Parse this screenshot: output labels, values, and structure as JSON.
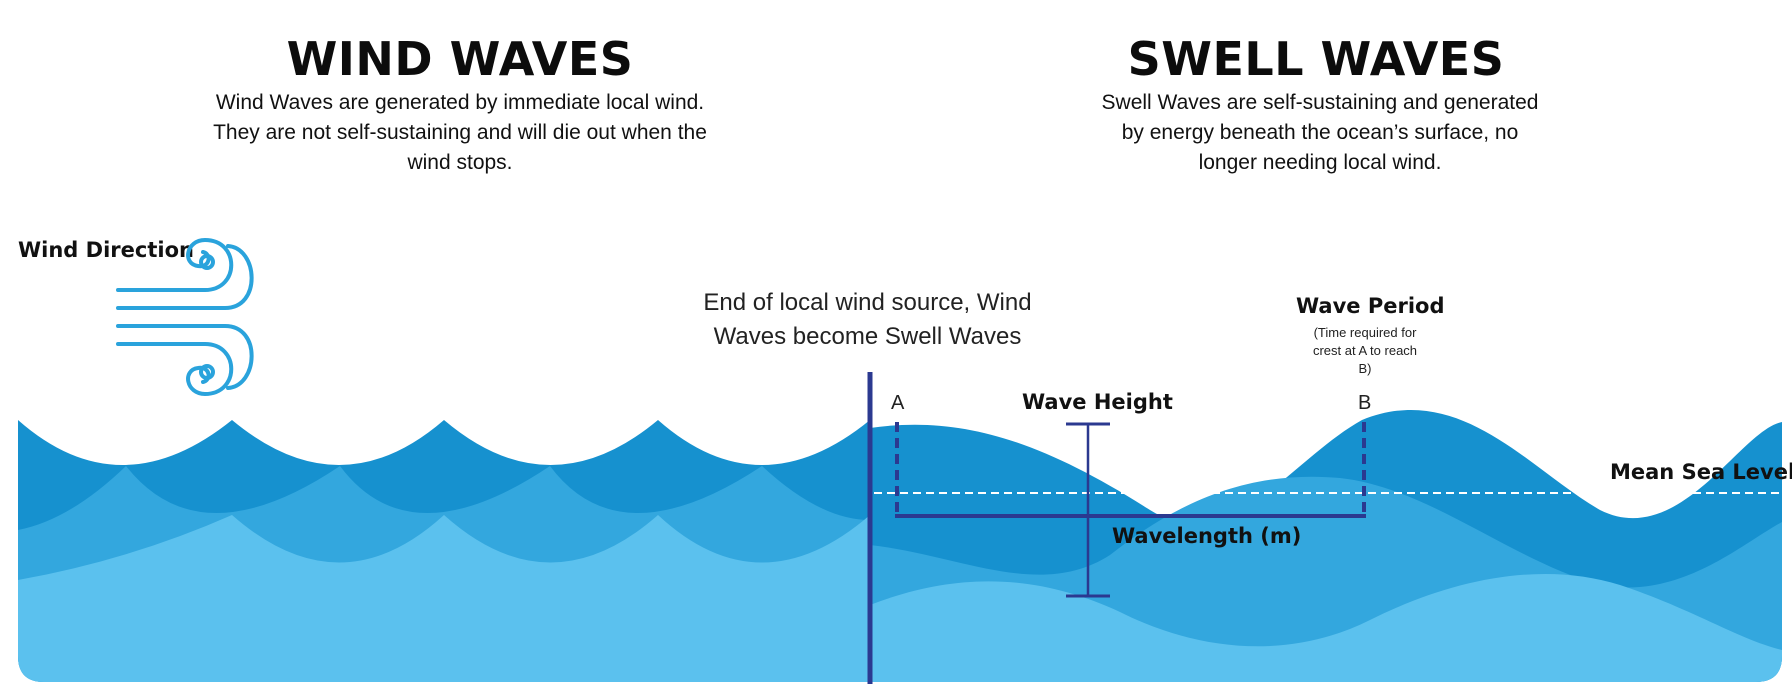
{
  "wind": {
    "title": "WIND WAVES",
    "description": "Wind Waves are generated by immediate local wind. They are not self-sustaining and will die out when the wind stops."
  },
  "swell": {
    "title": "SWELL WAVES",
    "description": "Swell Waves are self-sustaining and generated by energy beneath the ocean’s surface, no longer needing local wind."
  },
  "labels": {
    "wind_direction": "Wind Direction",
    "end_of_wind": "End of local wind source, Wind Waves become Swell Waves",
    "wave_period": "Wave Period",
    "wave_period_note": "(Time required for crest at A to reach B)",
    "point_a": "A",
    "point_b": "B",
    "wave_height": "Wave Height",
    "mean_sea_level": "Mean Sea Level",
    "wavelength": "Wavelength (m)"
  },
  "colors": {
    "wave_dark": "#1691cf",
    "wave_mid": "#33a7de",
    "wave_light": "#5bc1ee",
    "divider": "#2b3990",
    "wind_icon": "#2aa3dc",
    "dashed_line": "#ffffff"
  },
  "icons": {
    "wind_direction": "wind-gust-icon"
  }
}
